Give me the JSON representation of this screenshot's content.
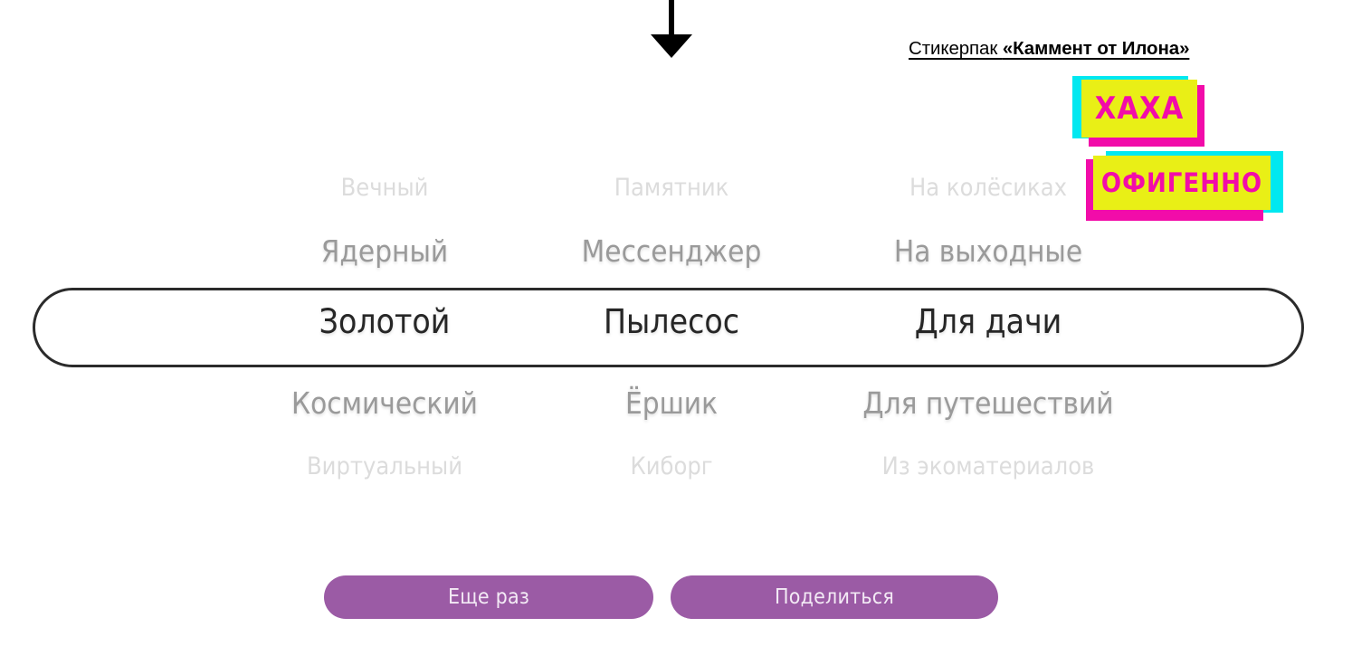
{
  "arrow": {
    "icon": "arrow-down-icon",
    "color": "#000000"
  },
  "stickerpack": {
    "caption_prefix": "Стикерпак ",
    "caption_title": "«Каммент от Илона»",
    "stickers": [
      {
        "text": "ХАХА",
        "fill": "#E9EF16",
        "text_color": "#F20CA9",
        "shadow_cyan": "#00E8F0",
        "shadow_magenta": "#F20CA9"
      },
      {
        "text": "ОФИГЕННО",
        "fill": "#E9EF16",
        "text_color": "#F20CA9",
        "shadow_cyan": "#00E8F0",
        "shadow_magenta": "#F20CA9"
      }
    ]
  },
  "picker": {
    "columns": [
      {
        "name": "column-adjective",
        "items": [
          "Вечный",
          "Ядерный",
          "Золотой",
          "Космический",
          "Виртуальный"
        ]
      },
      {
        "name": "column-object",
        "items": [
          "Памятник",
          "Мессенджер",
          "Пылесос",
          "Ёршик",
          "Киборг"
        ]
      },
      {
        "name": "column-usage",
        "items": [
          "На колёсиках",
          "На выходные",
          "Для дачи",
          "Для путешествий",
          "Из экоматериалов"
        ]
      }
    ],
    "selected_index": 2,
    "selected": [
      "Золотой",
      "Пылесос",
      "Для дачи"
    ],
    "selector_border_color": "#2b2b2b"
  },
  "actions": {
    "again_label": "Еще раз",
    "share_label": "Поделиться",
    "button_color": "#9B5BA5",
    "button_text_color": "#f3eaf5"
  }
}
